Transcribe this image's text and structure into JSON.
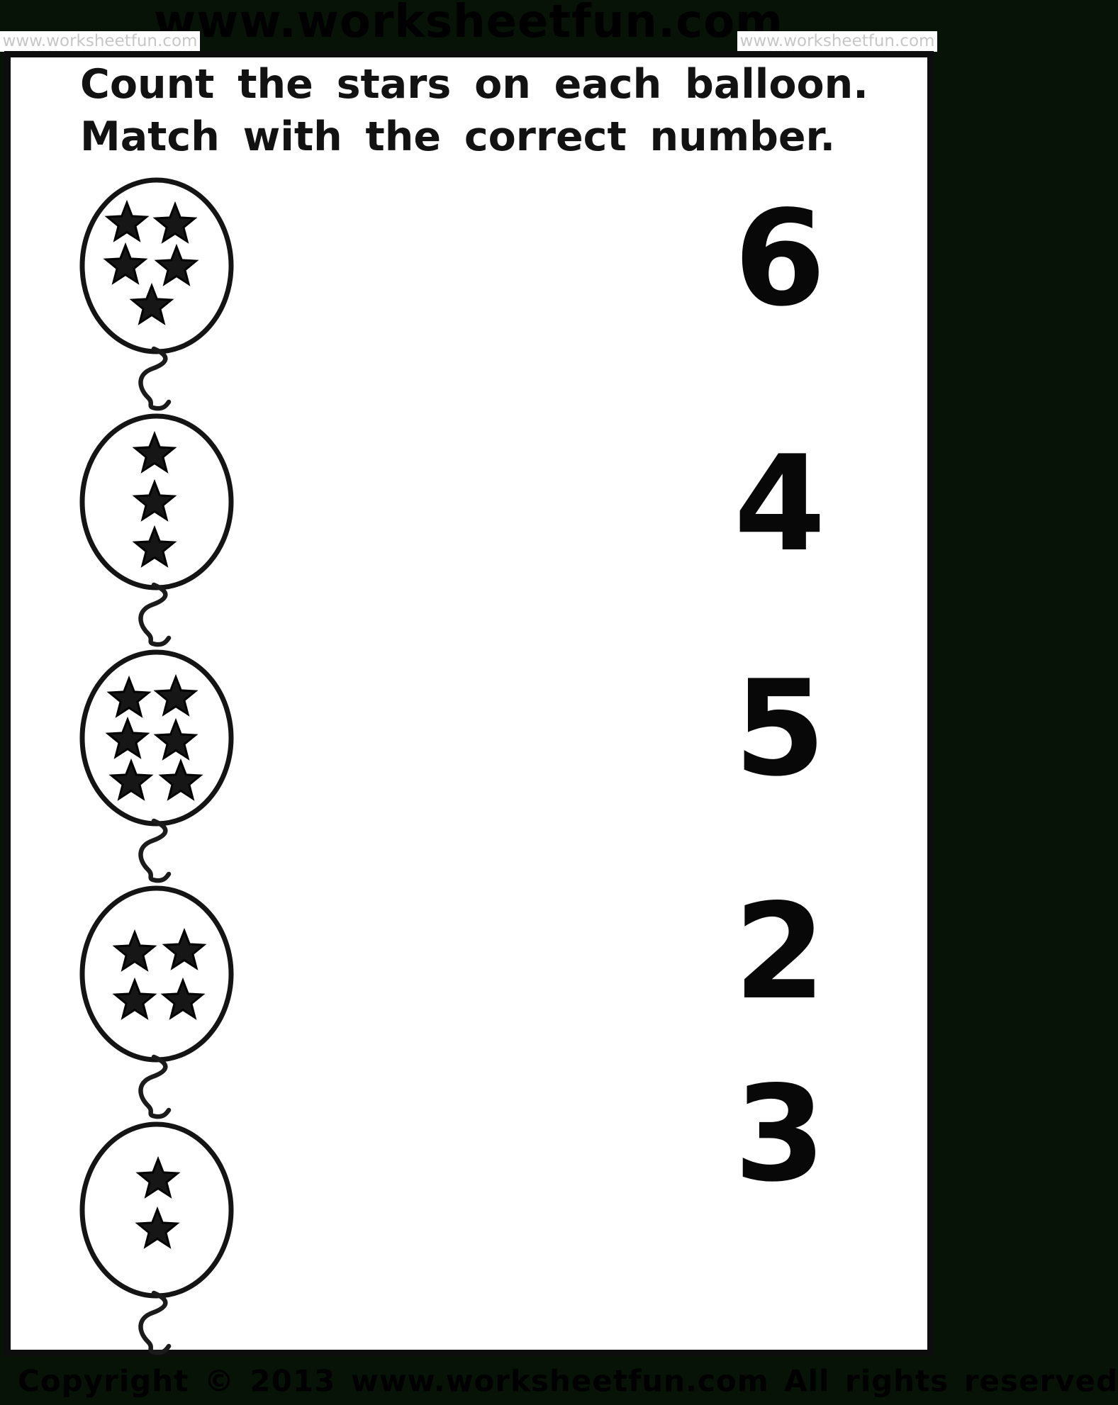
{
  "watermark": {
    "big_text": "www.worksheetfun.com",
    "small_left": "www.worksheetfun.com",
    "small_right": "www.worksheetfun.com"
  },
  "title": {
    "line1": "Count the stars on each balloon.",
    "line2": "Match with the correct number."
  },
  "worksheet": {
    "balloons": [
      {
        "stars": 5
      },
      {
        "stars": 3
      },
      {
        "stars": 6
      },
      {
        "stars": 4
      },
      {
        "stars": 2
      }
    ],
    "numbers": [
      "6",
      "4",
      "5",
      "2",
      "3"
    ]
  },
  "footer": {
    "copyright": "Copyright © 2013 www.worksheetfun.com All rights reserved"
  },
  "colors": {
    "band_bg": "#061306",
    "ink": "#000000",
    "watermark_gray": "#c7c7c7",
    "page_bg": "#ffffff"
  }
}
